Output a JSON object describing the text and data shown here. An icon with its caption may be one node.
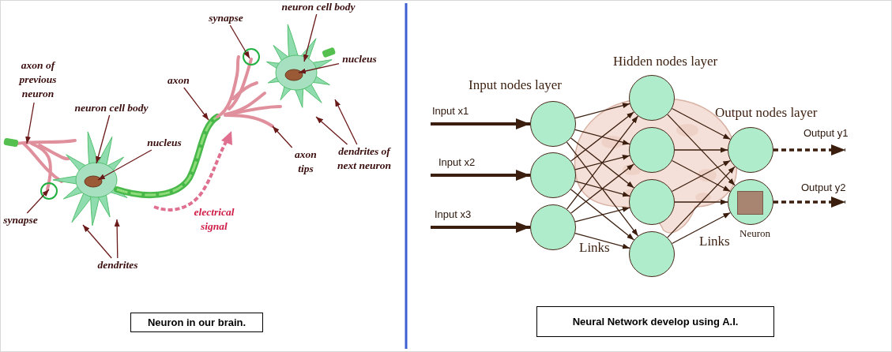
{
  "diagram": {
    "nodes": [
      {
        "text": [
          "synapse"
        ]
      },
      {
        "text": [
          "neuron cell body"
        ]
      },
      {
        "text": [
          "nucleus"
        ]
      },
      {
        "text": [
          "axon of previous neuron"
        ]
      },
      {
        "text": [
          "axon"
        ]
      },
      {
        "text": [
          "neuron cell body"
        ]
      },
      {
        "text": [
          "nucleus"
        ]
      },
      {
        "text": [
          "axon tips"
        ]
      },
      {
        "text": [
          "dendrites of next neuron"
        ]
      },
      {
        "text": [
          "synapse"
        ]
      },
      {
        "text": [
          "dendrites"
        ]
      },
      {
        "text": [
          "Neuron in our brain."
        ]
      },
      {
        "text": [],
        "shape": "circle"
      },
      {
        "text": [],
        "shape": "circle"
      },
      {
        "text": [],
        "shape": "circle"
      },
      {
        "text": [],
        "shape": "circle"
      },
      {
        "text": [],
        "shape": "circle"
      },
      {
        "text": [],
        "shape": "circle"
      },
      {
        "text": [],
        "shape": "circle"
      },
      {
        "text": [],
        "shape": "circle"
      },
      {
        "text": [],
        "shape": "circle",
        "beside": [
          "Neuron"
        ]
      },
      {
        "text": [
          "Neural Network develop using A.I."
        ]
      }
    ],
    "edges": [
      {
        "from": 0,
        "to": null,
        "arrow": "to",
        "color": "#6b1a1a"
      },
      {
        "from": 1,
        "to": null,
        "arrow": "to",
        "color": "#6b1a1a"
      },
      {
        "from": 2,
        "to": null,
        "arrow": "to",
        "color": "#6b1a1a"
      },
      {
        "from": 3,
        "to": null,
        "arrow": "to",
        "color": "#6b1a1a"
      },
      {
        "from": 4,
        "to": null,
        "arrow": "to",
        "color": "#6b1a1a"
      },
      {
        "from": 5,
        "to": null,
        "arrow": "to",
        "color": "#6b1a1a"
      },
      {
        "from": 6,
        "to": null,
        "arrow": "to",
        "color": "#6b1a1a"
      },
      {
        "from": 7,
        "to": null,
        "arrow": "to",
        "color": "#6b1a1a"
      },
      {
        "from": 8,
        "to": null,
        "arrow": "to",
        "color": "#6b1a1a"
      },
      {
        "from": 8,
        "to": null,
        "arrow": "to",
        "color": "#6b1a1a"
      },
      {
        "from": 9,
        "to": null,
        "arrow": "to",
        "color": "#6b1a1a"
      },
      {
        "from": 10,
        "to": null,
        "arrow": "to",
        "color": "#6b1a1a"
      },
      {
        "from": 10,
        "to": null,
        "arrow": "to",
        "color": "#6b1a1a"
      },
      {
        "from": null,
        "to": 12,
        "arrow": "to",
        "label": "Input x1",
        "style": "thick"
      },
      {
        "from": null,
        "to": 13,
        "arrow": "to",
        "label": "Input x2",
        "style": "thick"
      },
      {
        "from": null,
        "to": 14,
        "arrow": "to",
        "label": "Input x3",
        "style": "thick"
      },
      {
        "from": 12,
        "to": 15,
        "arrow": "to"
      },
      {
        "from": 12,
        "to": 16,
        "arrow": "to"
      },
      {
        "from": 12,
        "to": 17,
        "arrow": "to"
      },
      {
        "from": 12,
        "to": 18,
        "arrow": "to"
      },
      {
        "from": 13,
        "to": 15,
        "arrow": "to"
      },
      {
        "from": 13,
        "to": 16,
        "arrow": "to"
      },
      {
        "from": 13,
        "to": 17,
        "arrow": "to"
      },
      {
        "from": 13,
        "to": 18,
        "arrow": "to"
      },
      {
        "from": 14,
        "to": 15,
        "arrow": "to"
      },
      {
        "from": 14,
        "to": 16,
        "arrow": "to"
      },
      {
        "from": 14,
        "to": 17,
        "arrow": "to"
      },
      {
        "from": 14,
        "to": 18,
        "arrow": "to"
      },
      {
        "from": 15,
        "to": 19,
        "arrow": "to"
      },
      {
        "from": 15,
        "to": 20,
        "arrow": "to"
      },
      {
        "from": 16,
        "to": 19,
        "arrow": "to"
      },
      {
        "from": 16,
        "to": 20,
        "arrow": "to"
      },
      {
        "from": 17,
        "to": 19,
        "arrow": "to"
      },
      {
        "from": 17,
        "to": 20,
        "arrow": "to"
      },
      {
        "from": 18,
        "to": 19,
        "arrow": "to"
      },
      {
        "from": 18,
        "to": 20,
        "arrow": "to"
      },
      {
        "from": 19,
        "to": null,
        "arrow": "to",
        "label": "Output y1",
        "style": "dashed"
      },
      {
        "from": 20,
        "to": null,
        "arrow": "to",
        "label": "Output y2",
        "style": "dashed"
      }
    ],
    "labels": [
      "electrical signal",
      "Hidden nodes layer",
      "Input nodes layer",
      "Output nodes layer",
      "Links",
      "Links"
    ]
  }
}
